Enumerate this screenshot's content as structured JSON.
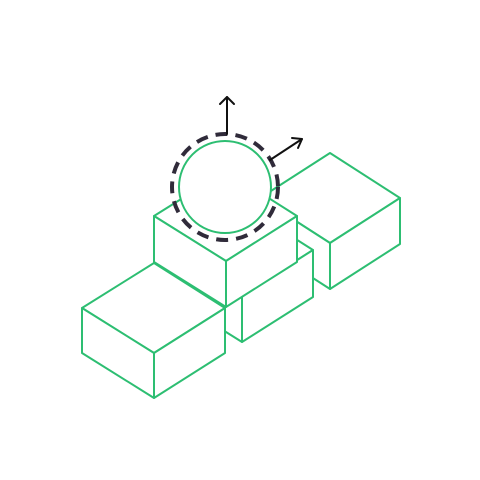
{
  "colors": {
    "background": "#ffffff",
    "block_stroke": "#2dbe72",
    "handle_stroke": "#302b3a",
    "arrow_stroke": "#111111"
  },
  "icons": {
    "blocks": "isometric-box-icon",
    "sphere": "sphere-icon",
    "selection": "dashed-selection-ring-icon",
    "arrows": "arrow-icon"
  },
  "elements": {
    "block_count": 4,
    "sphere_count": 1,
    "arrow_count": 2
  }
}
